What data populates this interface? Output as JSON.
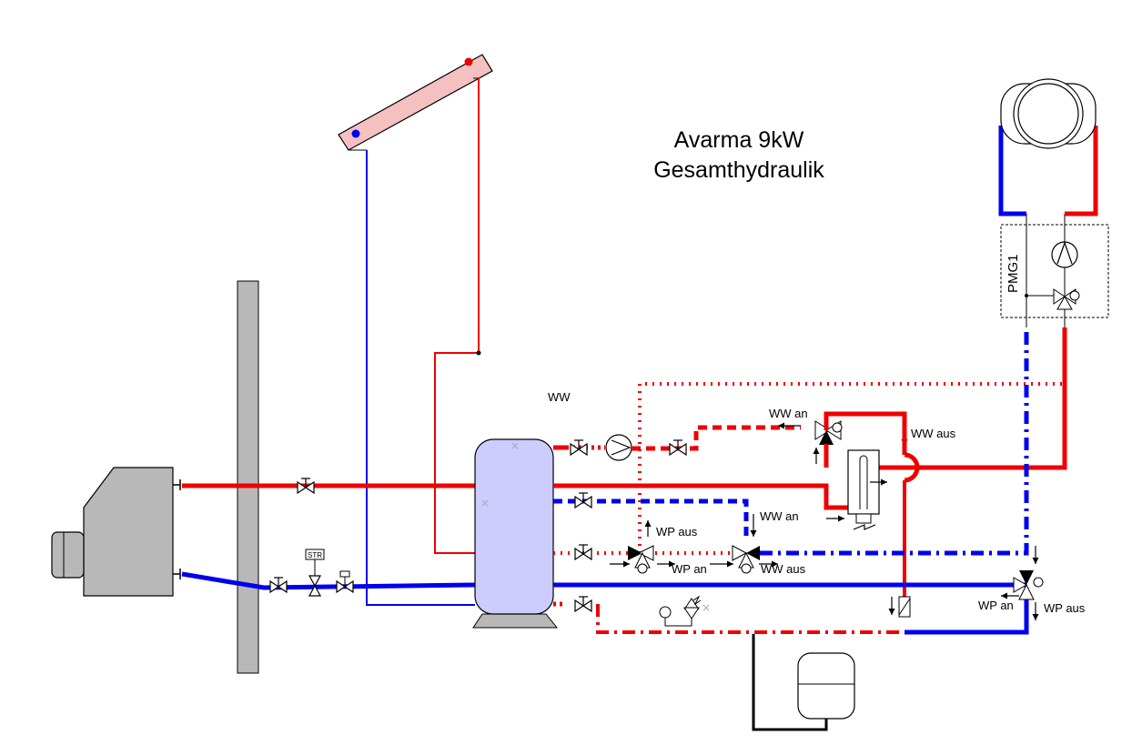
{
  "title": {
    "line1": "Avarma 9kW",
    "line2": "Gesamthydraulik"
  },
  "labels": {
    "ww": "WW",
    "ww_an_top": "WW an",
    "ww_aus_top": "WW aus",
    "ww_an_mid": "WW an",
    "wp_aus_mid": "WP aus",
    "wp_an_mid": "WP an",
    "ww_aus_mid": "WW aus",
    "wp_an_right": "WP an",
    "wp_aus_right": "WP aus",
    "pmg": "PMG1",
    "str": "STR"
  },
  "colors": {
    "supply": "#ee0000",
    "return": "#0000ee",
    "storage_tank": "#ccccff",
    "solar_panel": "#f4c0c0",
    "wall": "#b8b8b8",
    "heat_pump": "#b8b8b8"
  }
}
